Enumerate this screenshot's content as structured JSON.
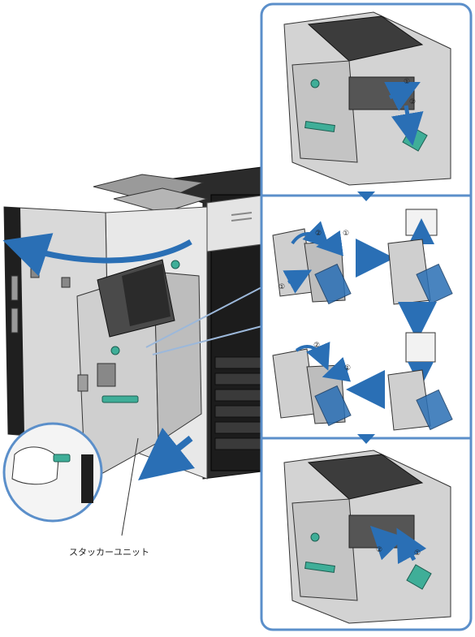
{
  "document": {
    "callout_label": "スタッカーユニット",
    "step_numbers": {
      "one": "①",
      "two": "②"
    }
  },
  "colors": {
    "accent_blue": "#2a6fb5",
    "panel_border": "#5b8fca",
    "teal_handle": "#3fae98",
    "machine_gray": "#cfcfcf",
    "machine_dark": "#1c1c1c"
  }
}
